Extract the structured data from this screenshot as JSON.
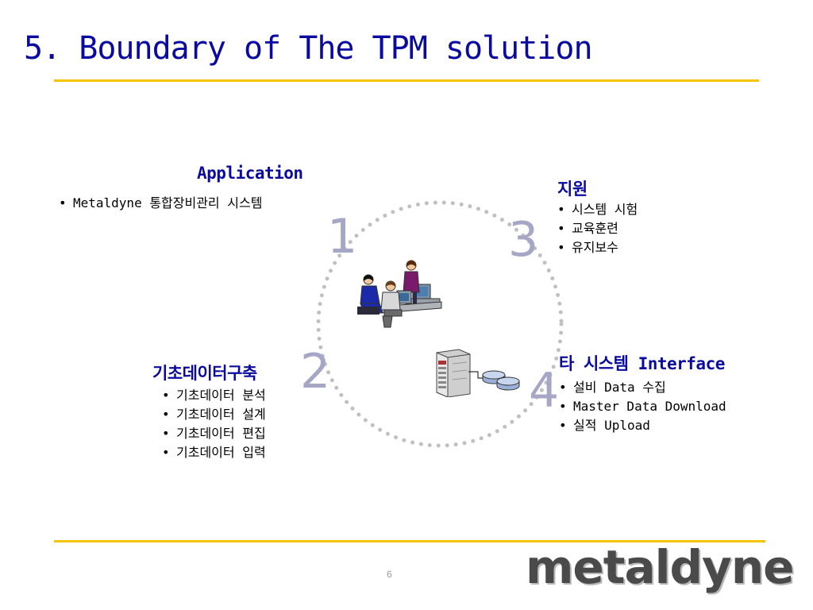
{
  "slide": {
    "title": "5. Boundary of The TPM solution",
    "page_number": "6"
  },
  "colors": {
    "title": "#0a0aa0",
    "rule": "#f5c400",
    "number": "#a6a6c6",
    "cycle_dots": "#c0c0c0"
  },
  "sections": {
    "application": {
      "number": "1",
      "heading": "Application",
      "items": [
        "Metaldyne 통합장비관리 시스템"
      ]
    },
    "base_data": {
      "number": "2",
      "heading": "기초데이터구축",
      "items": [
        "기초데이터 분석",
        "기초데이터 설계",
        "기초데이터 편집",
        "기초데이터 입력"
      ]
    },
    "support": {
      "number": "3",
      "heading": "지원",
      "items": [
        "시스템 시험",
        "교육훈련",
        "유지보수"
      ]
    },
    "interface": {
      "number": "4",
      "heading": "타 시스템 Interface",
      "items": [
        "설비 Data 수집",
        "Master Data Download",
        "실적 Upload"
      ]
    }
  },
  "icons": {
    "team": "people-at-computer-icon",
    "server": "server-icon",
    "storage": "database-disks-icon"
  },
  "logo": {
    "text": "metaldyne"
  }
}
